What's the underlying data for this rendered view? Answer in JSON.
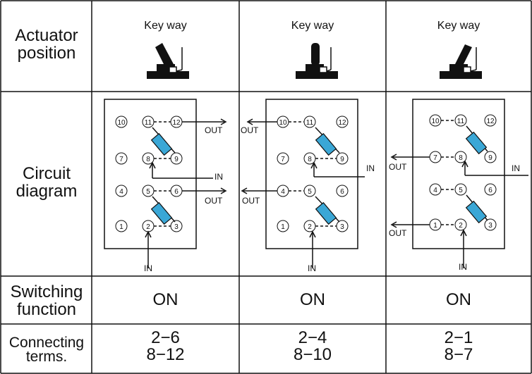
{
  "row_labels": {
    "actuator": "Actuator position",
    "circuit": "Circuit diagram",
    "switching": "Switching function",
    "connecting": "Connecting terms."
  },
  "columns": [
    {
      "key_way": "Key way",
      "switching": "ON",
      "terms": [
        "2−6",
        "8−12"
      ],
      "circuit": {
        "terminals": [
          "10",
          "11",
          "12",
          "7",
          "8",
          "9",
          "4",
          "5",
          "6",
          "1",
          "2",
          "3"
        ],
        "labels": [
          "OUT",
          "IN",
          "OUT",
          "IN"
        ]
      }
    },
    {
      "key_way": "Key way",
      "switching": "ON",
      "terms": [
        "2−4",
        "8−10"
      ],
      "circuit": {
        "terminals": [
          "10",
          "11",
          "12",
          "7",
          "8",
          "9",
          "4",
          "5",
          "6",
          "1",
          "2",
          "3"
        ],
        "labels": [
          "OUT",
          "IN",
          "OUT",
          "IN"
        ]
      }
    },
    {
      "key_way": "Key way",
      "switching": "ON",
      "terms": [
        "2−1",
        "8−7"
      ],
      "circuit": {
        "terminals": [
          "10",
          "11",
          "12",
          "7",
          "8",
          "9",
          "4",
          "5",
          "6",
          "1",
          "2",
          "3"
        ],
        "labels": [
          "OUT",
          "IN",
          "OUT",
          "IN"
        ]
      }
    }
  ],
  "colors": {
    "line": "#111111",
    "resistor_fill": "#3aa7d6"
  },
  "icons": [
    "toggle-switch-left-icon",
    "toggle-switch-center-icon",
    "toggle-switch-right-icon",
    "resistor-icon"
  ]
}
